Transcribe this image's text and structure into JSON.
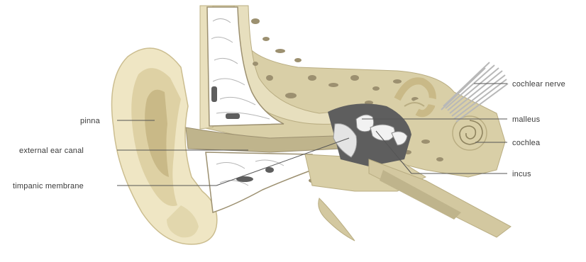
{
  "labels": {
    "pinna": "pinna",
    "external_ear_canal": "external ear canal",
    "tympanic_membrane": "timpanic membrane",
    "cochlear_nerve": "cochlear nerve",
    "malleus": "malleus",
    "cochlea": "cochlea",
    "incus": "incus"
  },
  "colors": {
    "background": "#ffffff",
    "skin_light": "#efe6c4",
    "skin_mid": "#ded1a4",
    "skin_dark": "#c9b987",
    "bone": "#d9cfa7",
    "bone_pore": "#9c9070",
    "canal": "#bfb48c",
    "cavity": "#5e5e5e",
    "membrane": "#e4e4e4",
    "nerve": "#b8b8b8",
    "leader": "#555555",
    "label": "#3a3a3a"
  }
}
